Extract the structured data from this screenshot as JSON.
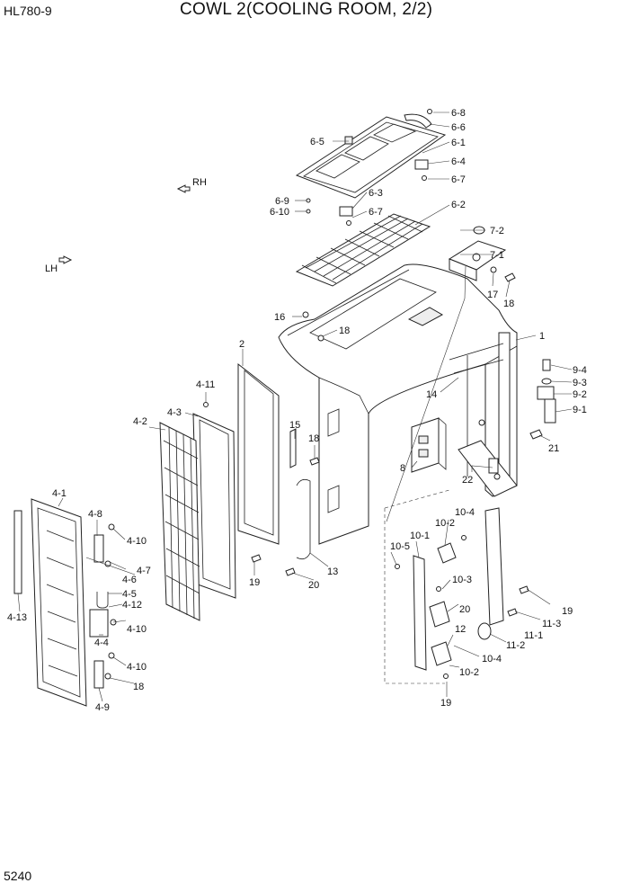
{
  "header": {
    "model": "HL780-9",
    "title": "COWL 2(COOLING ROOM, 2/2)"
  },
  "footer": {
    "page_number": "5240"
  },
  "direction_labels": {
    "rh": "RH",
    "lh": "LH"
  },
  "callouts": [
    "6-8",
    "6-6",
    "6-5",
    "6-1",
    "6-4",
    "6-7",
    "6-9",
    "6-3",
    "6-10",
    "6-7",
    "6-2",
    "7-2",
    "7-1",
    "17",
    "18",
    "16",
    "18",
    "1",
    "2",
    "9-4",
    "9-3",
    "9-2",
    "14",
    "9-1",
    "4-11",
    "15",
    "18",
    "21",
    "4-2",
    "4-3",
    "8",
    "22",
    "4-1",
    "10-4",
    "4-8",
    "10-2",
    "10-1",
    "4-10",
    "10-5",
    "4-7",
    "4-6",
    "13",
    "10-3",
    "19",
    "20",
    "4-5",
    "20",
    "4-12",
    "4-10",
    "4-13",
    "19",
    "12",
    "11-3",
    "11-1",
    "4-4",
    "11-2",
    "10-4",
    "4-10",
    "10-2",
    "18",
    "4-9",
    "19"
  ]
}
